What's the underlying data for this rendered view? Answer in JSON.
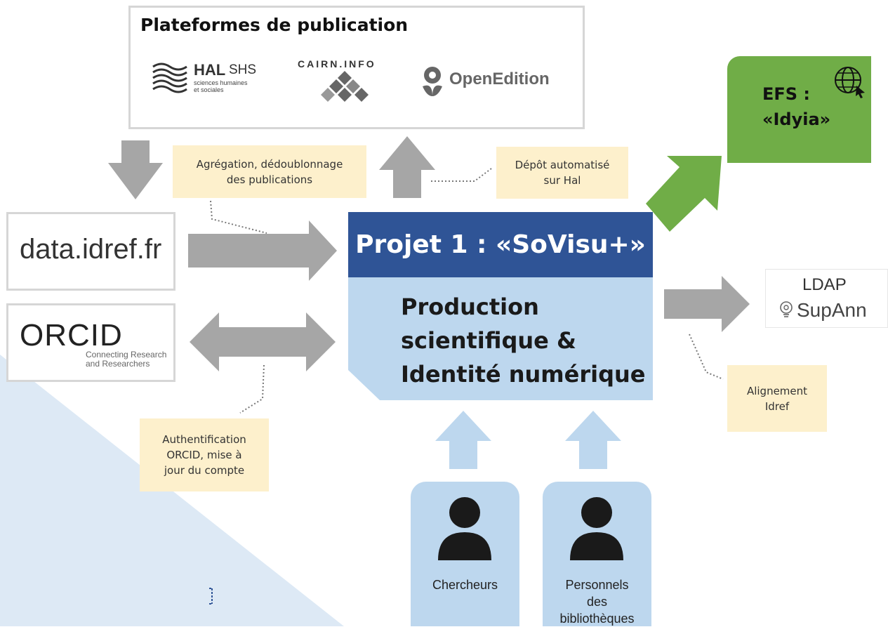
{
  "platforms": {
    "title": "Plateformes de publication",
    "hal_main": "HAL",
    "hal_suffix": "SHS",
    "hal_subtitle": "sciences humaines\net sociales",
    "cairn": "CAIRN.INFO",
    "openedition": "OpenEdition"
  },
  "sources": {
    "dataidref": "data.idref.fr",
    "orcid": "ORCID",
    "orcid_tagline": "Connecting Research\nand Researchers"
  },
  "notes": {
    "aggregation": "Agrégation, dédoublonnage\ndes publications",
    "depot": "Dépôt automatisé\nsur Hal",
    "orcid_auth": "Authentification\nORCID, mise à\njour du compte",
    "alignement": "Alignement\nIdref"
  },
  "project": {
    "title": "Projet 1 : «SoVisu+»",
    "body": "Production\nscientifique &\nIdentité numérique"
  },
  "efs": {
    "text": "EFS :\n«Idyia»",
    "icon": "globe-cursor-icon"
  },
  "ldap": {
    "top": "LDAP",
    "bottom": "SupAnn",
    "icon": "bulb-icon"
  },
  "users": [
    {
      "label": "Chercheurs",
      "icon": "person-icon"
    },
    {
      "label": "Personnels\ndes\nbibliothèques",
      "icon": "person-icon"
    }
  ],
  "colors": {
    "project_header": "#2f5496",
    "project_body": "#bdd7ee",
    "efs_green": "#70ad47",
    "arrow_grey": "#a6a6a6",
    "note_bg": "#fdf0cc",
    "user_box": "#bdd7ee"
  }
}
